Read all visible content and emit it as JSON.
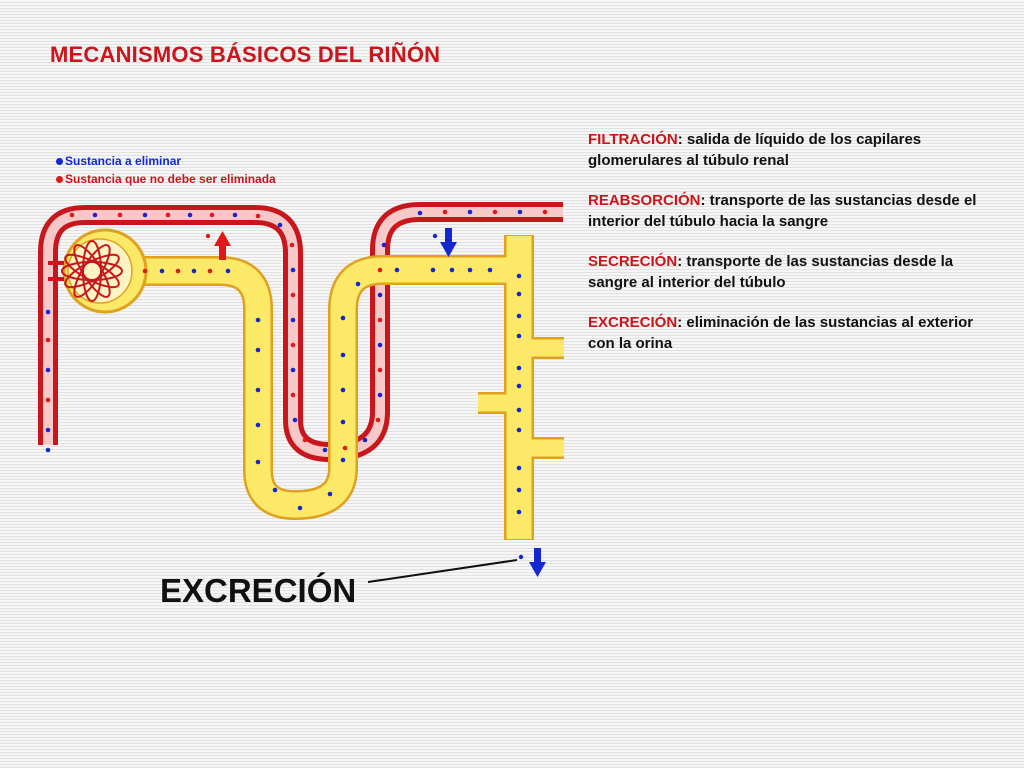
{
  "title": "MECANISMOS BÁSICOS DEL RIÑÓN",
  "legend": {
    "eliminate": "Sustancia a eliminar",
    "keep": "Sustancia que no debe ser eliminada"
  },
  "definitions": [
    {
      "term": "FILTRACIÓN",
      "text": ": salida de líquido de los capilares glomerulares al túbulo renal"
    },
    {
      "term": "REABSORCIÓN",
      "text": ": transporte de las sustancias desde el interior del túbulo hacia la sangre"
    },
    {
      "term": "SECRECIÓN",
      "text": ": transporte de las sustancias desde la sangre al interior del túbulo"
    },
    {
      "term": "EXCRECIÓN",
      "text": ": eliminación de las sustancias al exterior con la orina"
    }
  ],
  "callout": "EXCRECIÓN",
  "colors": {
    "title": "#c8161d",
    "vessel": "#c8161d",
    "vessel_fill": "#f6c8c8",
    "tubule_edge": "#e0a020",
    "tubule_fill": "#fde968",
    "blue": "#1428d2",
    "red": "#e01818"
  },
  "icons": [
    "glomerulus-icon",
    "reabsorption-arrow-icon",
    "secretion-arrow-icon",
    "excretion-arrow-icon"
  ]
}
